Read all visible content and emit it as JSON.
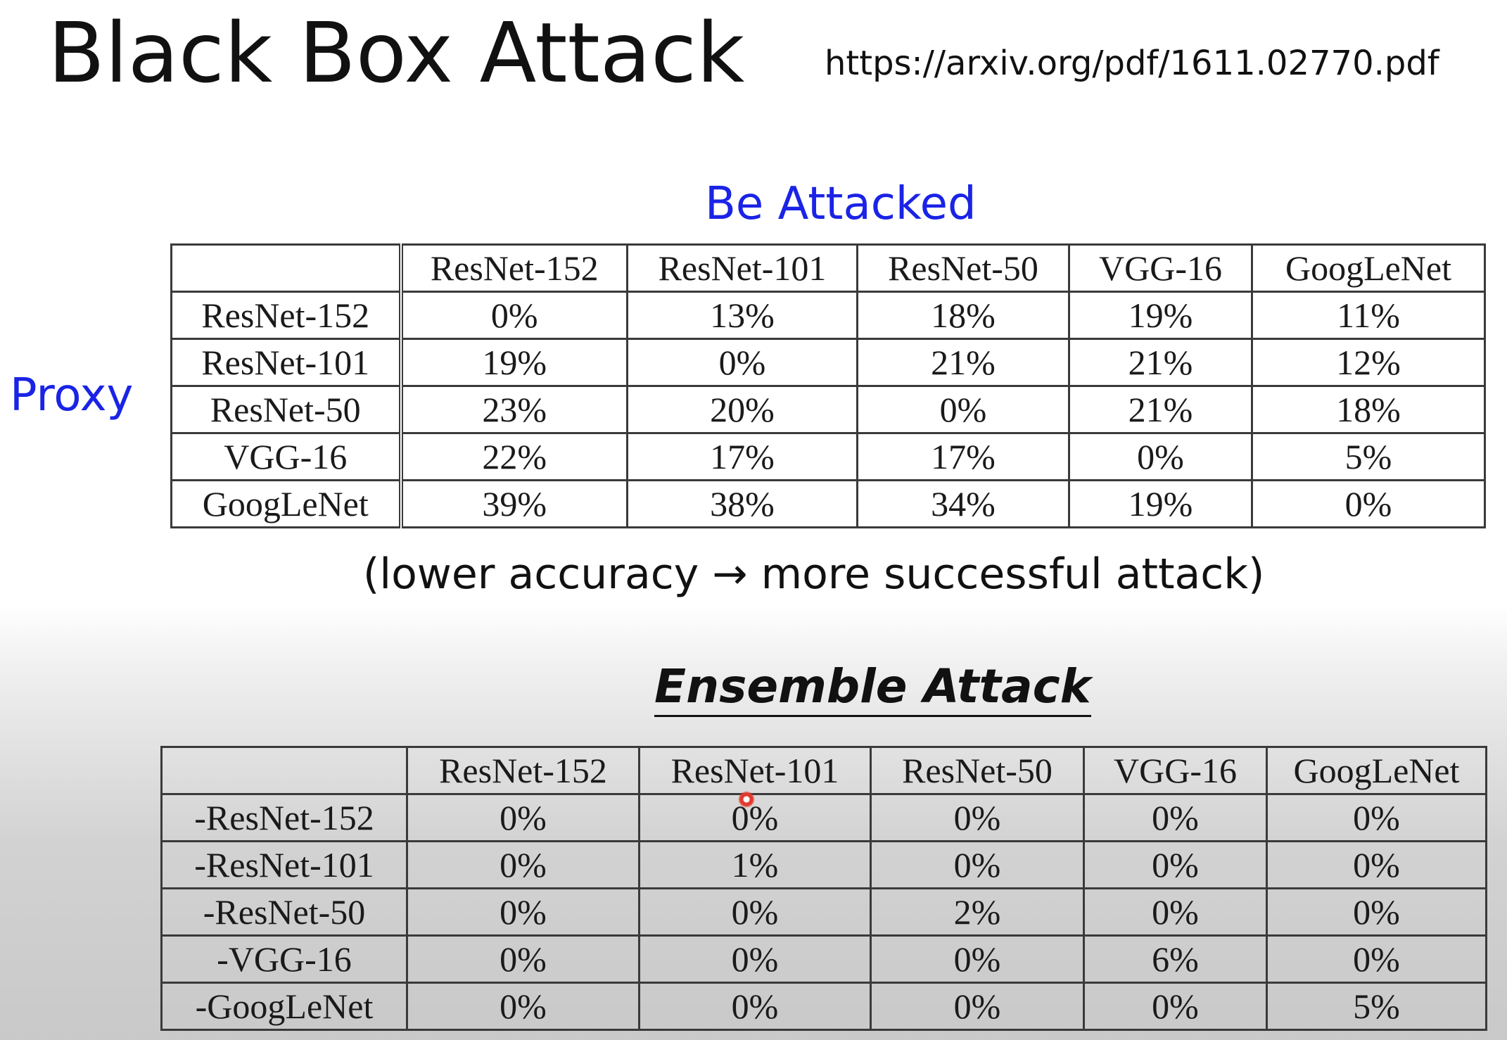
{
  "slide": {
    "title": "Black Box Attack",
    "link": "https://arxiv.org/pdf/1611.02770.pdf",
    "be_attacked_label": "Be Attacked",
    "proxy_label": "Proxy",
    "caption": "(lower accuracy → more successful attack)",
    "ensemble_title": "Ensemble Attack",
    "accent_color": "#1a23e6"
  },
  "proxy_table": {
    "corner": "",
    "columns": [
      "ResNet-152",
      "ResNet-101",
      "ResNet-50",
      "VGG-16",
      "GoogLeNet"
    ],
    "rows": [
      {
        "label": "ResNet-152",
        "cells": [
          "0%",
          "13%",
          "18%",
          "19%",
          "11%"
        ]
      },
      {
        "label": "ResNet-101",
        "cells": [
          "19%",
          "0%",
          "21%",
          "21%",
          "12%"
        ]
      },
      {
        "label": "ResNet-50",
        "cells": [
          "23%",
          "20%",
          "0%",
          "21%",
          "18%"
        ]
      },
      {
        "label": "VGG-16",
        "cells": [
          "22%",
          "17%",
          "17%",
          "0%",
          "5%"
        ]
      },
      {
        "label": "GoogLeNet",
        "cells": [
          "39%",
          "38%",
          "34%",
          "19%",
          "0%"
        ]
      }
    ]
  },
  "ensemble_table": {
    "corner": "",
    "columns": [
      "ResNet-152",
      "ResNet-101",
      "ResNet-50",
      "VGG-16",
      "GoogLeNet"
    ],
    "rows": [
      {
        "label": "-ResNet-152",
        "cells": [
          "0%",
          "0%",
          "0%",
          "0%",
          "0%"
        ]
      },
      {
        "label": "-ResNet-101",
        "cells": [
          "0%",
          "1%",
          "0%",
          "0%",
          "0%"
        ]
      },
      {
        "label": "-ResNet-50",
        "cells": [
          "0%",
          "0%",
          "2%",
          "0%",
          "0%"
        ]
      },
      {
        "label": "-VGG-16",
        "cells": [
          "0%",
          "0%",
          "0%",
          "6%",
          "0%"
        ]
      },
      {
        "label": "-GoogLeNet",
        "cells": [
          "0%",
          "0%",
          "0%",
          "0%",
          "5%"
        ]
      }
    ]
  }
}
